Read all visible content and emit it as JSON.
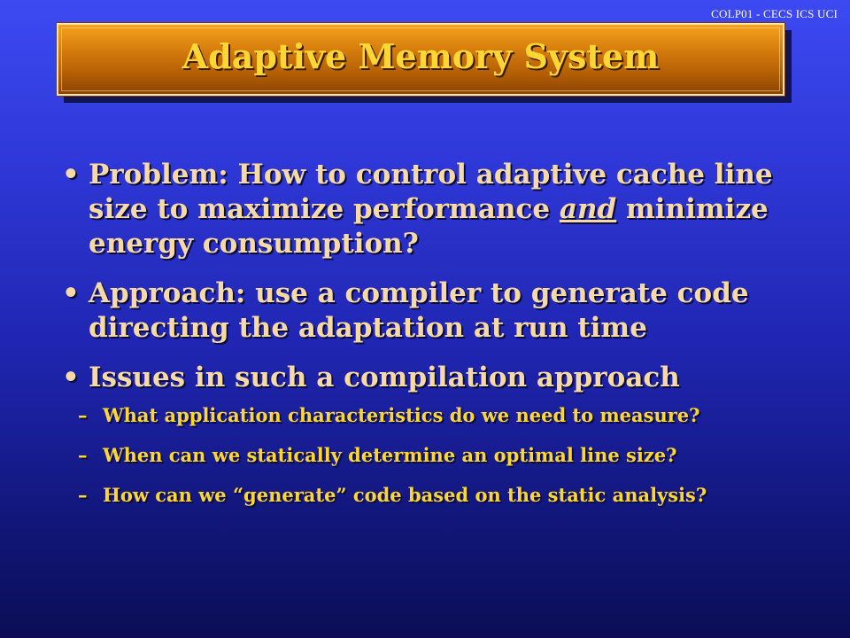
{
  "header": {
    "tag": "COLP01 - CECS ICS UCI"
  },
  "title": "Adaptive Memory System",
  "bullets": [
    {
      "marker": "•",
      "before": "Problem: How to control adaptive cache line size to maximize performance ",
      "emphasis": "and",
      "after": " minimize energy consumption?"
    },
    {
      "marker": "•",
      "text": "Approach: use a compiler to generate code directing the adaptation at run time"
    },
    {
      "marker": "•",
      "text": "Issues in such a compilation approach"
    }
  ],
  "sub_bullets": [
    {
      "marker": "–",
      "text": "What application characteristics do we need to measure?"
    },
    {
      "marker": "–",
      "text": "When can we statically determine an optimal line size?"
    },
    {
      "marker": "–",
      "text": "How can we “generate” code based on the static analysis?"
    }
  ],
  "colors": {
    "background_top": "#3d4af2",
    "background_bottom": "#0b0e55",
    "title_box": "#d77e0e",
    "title_text": "#ffd633",
    "bullet_text": "#f7d9a6",
    "sub_bullet_text": "#ffd633"
  }
}
